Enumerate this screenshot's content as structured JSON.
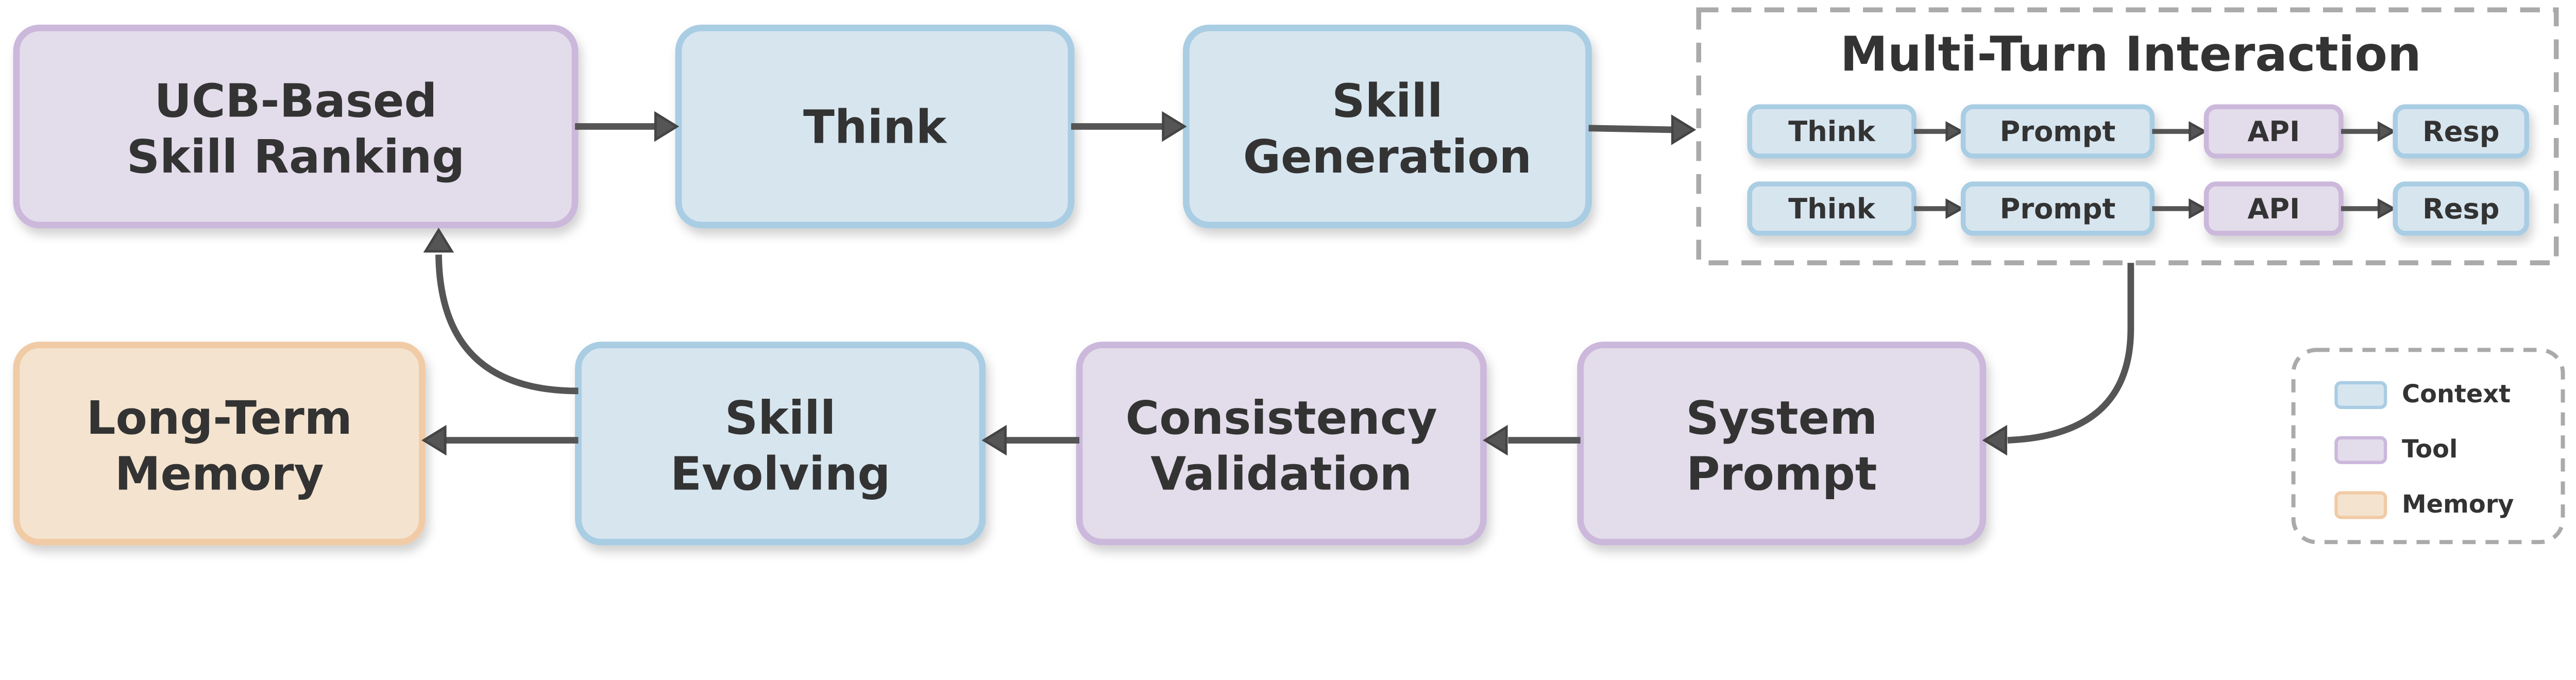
{
  "colors": {
    "context_fill": "#d7e5ef",
    "context_border": "#a9cde3",
    "tool_fill": "#e3dcea",
    "tool_border": "#cbb8db",
    "memory_fill": "#f4e4cf",
    "memory_border": "#f1cba6",
    "arrow": "#555555",
    "dashed_border": "#aaaaaa",
    "text": "#333333"
  },
  "nodes": {
    "ucb": {
      "line1": "UCB-Based",
      "line2": "Skill Ranking",
      "type": "tool"
    },
    "think": {
      "line1": "Think",
      "type": "context"
    },
    "skill_generation": {
      "line1": "Skill",
      "line2": "Generation",
      "type": "context"
    },
    "long_term_memory": {
      "line1": "Long-Term",
      "line2": "Memory",
      "type": "memory"
    },
    "skill_evolving": {
      "line1": "Skill",
      "line2": "Evolving",
      "type": "context"
    },
    "consistency_validation": {
      "line1": "Consistency",
      "line2": "Validation",
      "type": "tool"
    },
    "system_prompt": {
      "line1": "System",
      "line2": "Prompt",
      "type": "tool"
    }
  },
  "multi_turn": {
    "title": "Multi-Turn Interaction",
    "rows": [
      [
        {
          "label": "Think",
          "type": "context"
        },
        {
          "label": "Prompt",
          "type": "context"
        },
        {
          "label": "API",
          "type": "tool"
        },
        {
          "label": "Resp",
          "type": "context"
        }
      ],
      [
        {
          "label": "Think",
          "type": "context"
        },
        {
          "label": "Prompt",
          "type": "context"
        },
        {
          "label": "API",
          "type": "tool"
        },
        {
          "label": "Resp",
          "type": "context"
        }
      ]
    ]
  },
  "legend": {
    "items": [
      {
        "label": "Context",
        "type": "context"
      },
      {
        "label": "Tool",
        "type": "tool"
      },
      {
        "label": "Memory",
        "type": "memory"
      }
    ]
  }
}
